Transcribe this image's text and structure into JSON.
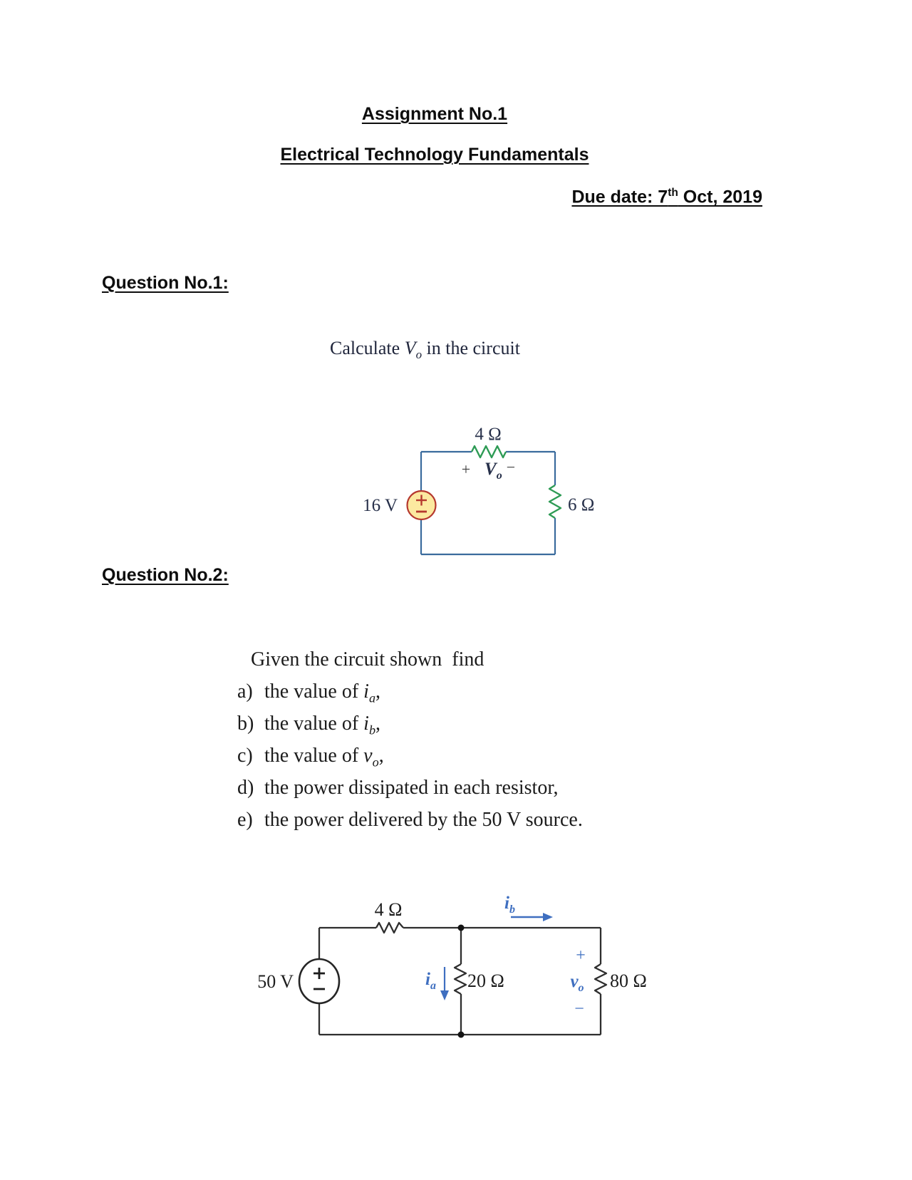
{
  "header": {
    "title": "Assignment No.1",
    "subtitle": "Electrical Technology Fundamentals",
    "due_prefix": "Due date: 7",
    "due_sup": "th",
    "due_suffix": " Oct, 2019"
  },
  "q1": {
    "heading": "Question No.1:",
    "prompt_pre": "Calculate ",
    "prompt_var": "V",
    "prompt_var_sub": "o",
    "prompt_post": " in the circuit",
    "circuit": {
      "top_resistor_label": "4 Ω",
      "plus": "+",
      "vo_var": "V",
      "vo_sub": "o",
      "minus": "−",
      "source_label": "16 V",
      "right_resistor_label": "6 Ω"
    }
  },
  "q2": {
    "heading": "Question No.2:",
    "intro": "Given the circuit shown  find",
    "items": [
      {
        "marker": "a)",
        "pre": "the value of ",
        "var": "i",
        "sub": "a",
        "post": ","
      },
      {
        "marker": "b)",
        "pre": "the value of ",
        "var": "i",
        "sub": "b",
        "post": ","
      },
      {
        "marker": "c)",
        "pre": "the value of ",
        "var": "v",
        "sub": "o",
        "post": ","
      },
      {
        "marker": "d)",
        "pre": "the power dissipated in each resistor,"
      },
      {
        "marker": "e)",
        "pre": "the power delivered by the 50 V source."
      }
    ],
    "circuit": {
      "top_resistor_label": "4 Ω",
      "ib_var": "i",
      "ib_sub": "b",
      "source_label": "50 V",
      "ia_var": "i",
      "ia_sub": "a",
      "mid_resistor_label": "20 Ω",
      "plus": "+",
      "vo_var": "v",
      "vo_sub": "o",
      "minus": "−",
      "right_resistor_label": "80 Ω"
    }
  },
  "colors": {
    "wire_blue": "#3a6b9d",
    "resistor_green": "#2e9b55",
    "source_fill": "#fce9a0",
    "source_stroke": "#b5382e",
    "circuit1_label": "#27304a",
    "scan_ink": "#2b2b2b",
    "annotation_blue": "#3f6fc0"
  }
}
